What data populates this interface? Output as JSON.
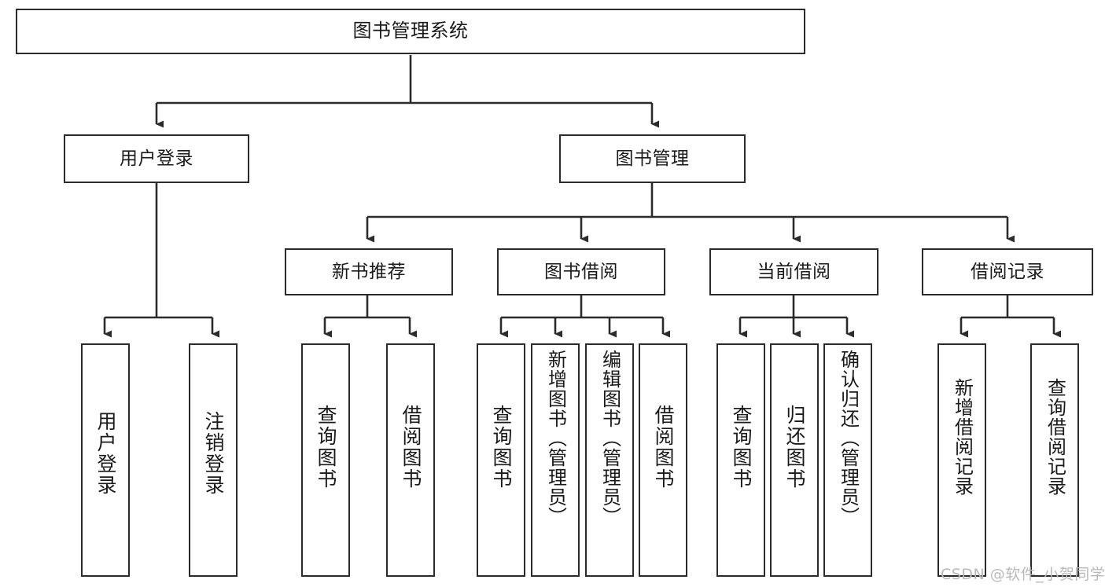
{
  "diagram": {
    "type": "tree-hierarchy-chart",
    "title": "图书管理系统",
    "orientation": "top-down",
    "line_color": "#2b2b2b",
    "box_fill": "#ffffff",
    "box_border": "#2b2b2b",
    "watermark": "CSDN @软件_小贺同学",
    "tier1": [
      {
        "id": "root",
        "label": "图书管理系统"
      }
    ],
    "tier2": [
      {
        "id": "user-login",
        "label": "用户登录"
      },
      {
        "id": "book-manage",
        "label": "图书管理"
      }
    ],
    "tier3": [
      {
        "id": "new-book-recommend",
        "label": "新书推荐",
        "parent": "book-manage"
      },
      {
        "id": "book-borrow",
        "label": "图书借阅",
        "parent": "book-manage"
      },
      {
        "id": "current-borrow",
        "label": "当前借阅",
        "parent": "book-manage"
      },
      {
        "id": "borrow-record",
        "label": "借阅记录",
        "parent": "book-manage"
      }
    ],
    "tier4": [
      {
        "id": "leaf-user-login",
        "label": "用户登录",
        "parent": "user-login"
      },
      {
        "id": "leaf-user-logout",
        "label": "注销登录",
        "parent": "user-login"
      },
      {
        "id": "leaf-query-book-1",
        "label": "查询图书",
        "parent": "new-book-recommend"
      },
      {
        "id": "leaf-borrow-book-1",
        "label": "借阅图书",
        "parent": "new-book-recommend"
      },
      {
        "id": "leaf-query-book-2",
        "label": "查询图书",
        "parent": "book-borrow"
      },
      {
        "id": "leaf-add-book",
        "label": "新增图书（管理员）",
        "parent": "book-borrow"
      },
      {
        "id": "leaf-edit-book",
        "label": "编辑图书（管理员）",
        "parent": "book-borrow"
      },
      {
        "id": "leaf-borrow-book-2",
        "label": "借阅图书",
        "parent": "book-borrow"
      },
      {
        "id": "leaf-query-book-3",
        "label": "查询图书",
        "parent": "current-borrow"
      },
      {
        "id": "leaf-return-book",
        "label": "归还图书",
        "parent": "current-borrow"
      },
      {
        "id": "leaf-confirm-return",
        "label": "确认归还（管理员）",
        "parent": "current-borrow"
      },
      {
        "id": "leaf-add-record",
        "label": "新增借阅记录",
        "parent": "borrow-record"
      },
      {
        "id": "leaf-query-record",
        "label": "查询借阅记录",
        "parent": "borrow-record"
      }
    ]
  }
}
